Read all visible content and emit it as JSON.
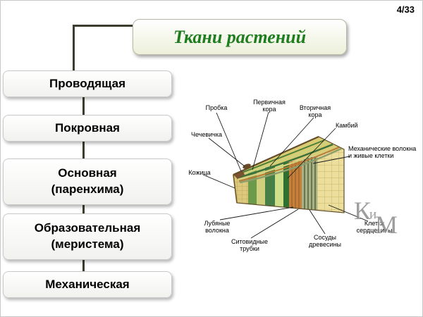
{
  "page_number": "4/33",
  "title": "Ткани растений",
  "tissue_list": [
    {
      "label": "Проводящая",
      "sub": ""
    },
    {
      "label": "Покровная",
      "sub": ""
    },
    {
      "label": "Основная",
      "sub": "(паренхима)"
    },
    {
      "label": "Образовательная",
      "sub": "(меристема)"
    },
    {
      "label": "Механическая",
      "sub": ""
    }
  ],
  "diagram": {
    "labels": {
      "cork": "Пробка",
      "primary_cortex": "Первичная кора",
      "secondary_cortex": "Вторичная кора",
      "cambium": "Камбий",
      "lenticel": "Чечевичка",
      "mechanical_fibers": "Механические волокна и живые клетки",
      "epidermis": "Кожица",
      "bast_fibers": "Лубяные волокна",
      "sieve_tubes": "Ситовидные трубки",
      "wood_vessels": "Сосуды древесины",
      "pith_cells": "Клетки сердцевины"
    },
    "watermark": {
      "k": "К",
      "i": "и",
      "m": "М"
    }
  },
  "colors": {
    "title_green": "#1e7d1e",
    "connector": "#3d3d2f",
    "cork_brown": "#7a5230",
    "cortex_green": "#468046",
    "phloem_orange": "#c6803c",
    "pith_yellow": "#ecdf9e"
  }
}
